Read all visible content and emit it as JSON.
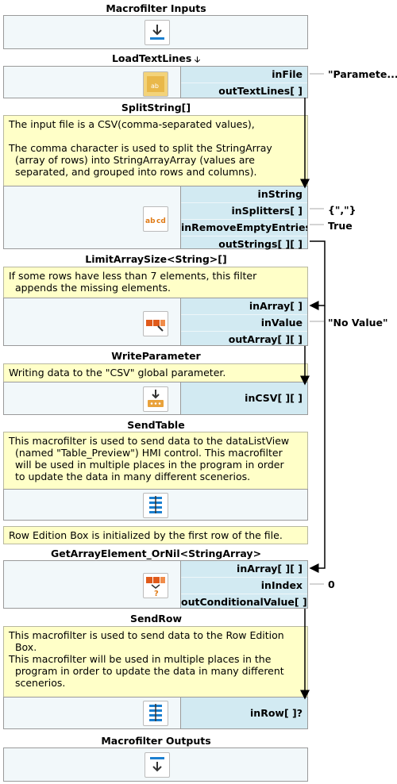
{
  "blocks": {
    "macrofilter_inputs": {
      "title": "Macrofilter Inputs"
    },
    "load_text_lines": {
      "title": "LoadTextLines",
      "ports": [
        "inFile",
        "outTextLines[ ]"
      ],
      "param": "\"Paramete..."
    },
    "split_string": {
      "title": "SplitString[]",
      "comment": "The input file is a CSV(comma-separated values),\n\nThe comma character is used to split the StringArray\n  (array of rows) into StringArrayArray (values are\n  separated, and grouped into rows and columns).",
      "ports": [
        "inString",
        "inSplitters[ ]",
        "inRemoveEmptyEntries",
        "outStrings[ ][ ]"
      ],
      "params": [
        "{\",\"}",
        "True"
      ]
    },
    "limit_array_size": {
      "title": "LimitArraySize<String>[]",
      "comment": "If some rows have less than 7 elements, this filter\n  appends the missing elements.",
      "ports": [
        "inArray[ ]",
        "inValue",
        "outArray[ ][ ]"
      ],
      "param": "\"No Value\""
    },
    "write_parameter": {
      "title": "WriteParameter",
      "comment": "Writing data to the \"CSV\" global parameter.",
      "ports": [
        "inCSV[ ][ ]"
      ]
    },
    "send_table": {
      "title": "SendTable",
      "comment": "This macrofilter is used to send data to the dataListView\n  (named \"Table_Preview\") HMI control. This macrofilter\n  will be used in multiple places in the program in order\n  to update the data in many different scenerios."
    },
    "row_edition_note": {
      "comment": "Row Edition Box is initialized by the first row of the file."
    },
    "get_array_element": {
      "title": "GetArrayElement_OrNil<StringArray>",
      "ports": [
        "inArray[ ][ ]",
        "inIndex",
        "outConditionalValue[ ]?"
      ],
      "param": "0"
    },
    "send_row": {
      "title": "SendRow",
      "comment": "This macrofilter is used to send data to the Row Edition\n  Box.\nThis macrofilter will be used in multiple places in the\n  program in order to update the data in many different\n  scenerios.",
      "ports": [
        "inRow[ ]?"
      ]
    },
    "macrofilter_outputs": {
      "title": "Macrofilter Outputs"
    }
  },
  "colors": {
    "comment_bg": "#ffffc8",
    "port_bg": "#d2eaf2",
    "block_bg": "#f2f8fa",
    "accent": "#1a7fd0"
  }
}
